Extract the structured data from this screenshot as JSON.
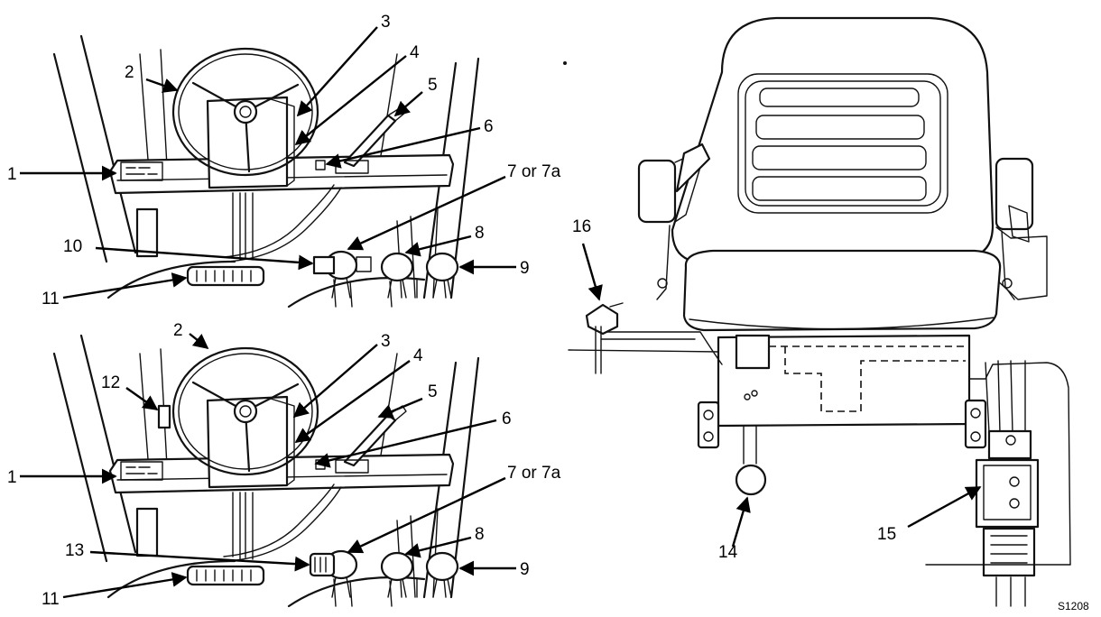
{
  "labels": {
    "top": {
      "l1": "1",
      "l2": "2",
      "l3": "3",
      "l4": "4",
      "l5": "5",
      "l6": "6",
      "l7": "7 or 7a",
      "l8": "8",
      "l9": "9",
      "l10": "10",
      "l11": "11"
    },
    "bottom": {
      "l1": "1",
      "l2": "2",
      "l3": "3",
      "l4": "4",
      "l5": "5",
      "l6": "6",
      "l7": "7 or 7a",
      "l8": "8",
      "l9": "9",
      "l11": "11",
      "l12": "12",
      "l13": "13"
    },
    "seat": {
      "l14": "14",
      "l15": "15",
      "l16": "16"
    }
  },
  "figure_code": "S1208"
}
